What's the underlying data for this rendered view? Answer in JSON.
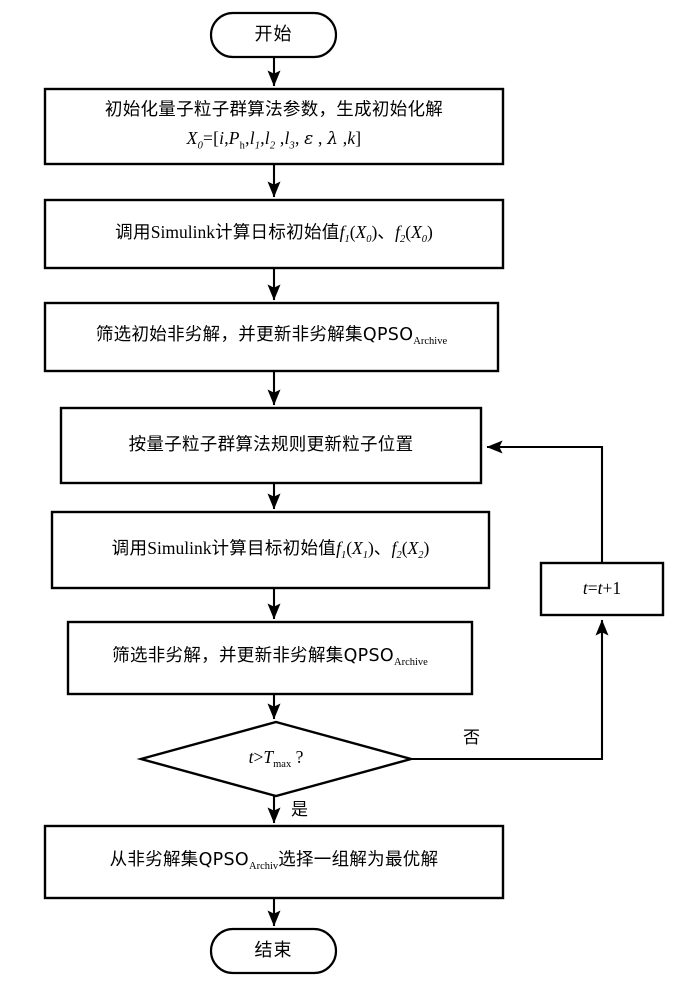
{
  "diagram": {
    "type": "flowchart",
    "title_present": false,
    "colors": {
      "stroke": "#000000",
      "fill": "#ffffff",
      "text": "#000000",
      "background": "#ffffff"
    },
    "nodes": [
      {
        "id": "start",
        "shape": "terminator",
        "label": "开始"
      },
      {
        "id": "init",
        "shape": "process",
        "line1": "初始化量子粒子群算法参数，生成初始化解",
        "formula": {
          "lhs": "X",
          "lhs_sub": "0",
          "eq": "=[",
          "items": [
            "i",
            "P",
            "l",
            "l",
            "l",
            "ε",
            "λ",
            "k"
          ],
          "text": "X0=[i,Ph,l1,l2 ,l3, ε , λ ,k]"
        }
      },
      {
        "id": "sim-init",
        "shape": "process",
        "prefix": "调用",
        "tool": "Simulink",
        "mid": "计算日标初始值",
        "f1": "f",
        "f1_sub": "1",
        "f1_arg": "X",
        "f1_arg_sub": "0",
        "sep": "、",
        "f2": "f",
        "f2_sub": "2",
        "f2_arg": "X",
        "f2_arg_sub": "0",
        "text": "调用Simulink计算日标初始值f1(X0)、f2(X0)"
      },
      {
        "id": "filter-init",
        "shape": "process",
        "main": "筛选初始非劣解，并更新非劣解集QPSO",
        "subscript": "Archive",
        "text": "筛选初始非劣解，并更新非劣解集QPSOArchive"
      },
      {
        "id": "update-position",
        "shape": "process",
        "main": "按量子粒子群算法规则更新粒子位置",
        "text": "按量子粒子群算法规则更新粒子位置"
      },
      {
        "id": "sim-iter",
        "shape": "process",
        "prefix": "调用",
        "tool": "Simulink",
        "mid": "计算目标初始值",
        "f1": "f",
        "f1_sub": "1",
        "f1_arg": "X",
        "f1_arg_sub": "1",
        "sep": "、",
        "f2": "f",
        "f2_sub": "2",
        "f2_arg": "X",
        "f2_arg_sub": "2",
        "text": "调用Simulink计算目标初始值f1(X1)、f2(X2)"
      },
      {
        "id": "filter-iter",
        "shape": "process",
        "main": "筛选非劣解，并更新非劣解集QPSO",
        "subscript": "Archive",
        "text": "筛选非劣解，并更新非劣解集QPSOArchive"
      },
      {
        "id": "decision",
        "shape": "decision",
        "var": "t",
        "op": ">",
        "limit": "T",
        "limit_sub": "max",
        "question": "?",
        "text": "t>Tmax ?"
      },
      {
        "id": "increment",
        "shape": "process",
        "var_left": "t",
        "eq": "=",
        "var_right": "t",
        "plus": "+1",
        "text": "t=t+1"
      },
      {
        "id": "select-best",
        "shape": "process",
        "main_before": "从非劣解集QPSO",
        "subscript": "Archiv",
        "main_after": "选择一组解为最优解",
        "text": "从非劣解集QPSOArchiv选择一组解为最优解"
      },
      {
        "id": "end",
        "shape": "terminator",
        "label": "结束"
      }
    ],
    "branch_labels": {
      "no": "否",
      "yes": "是"
    }
  }
}
